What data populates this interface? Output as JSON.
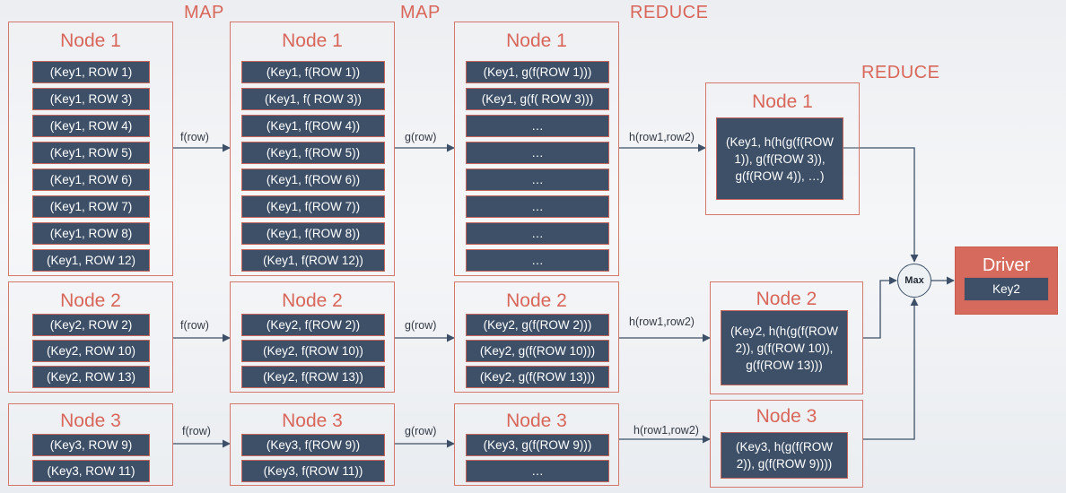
{
  "stages": {
    "map1": "MAP",
    "map2": "MAP",
    "reduce1": "REDUCE",
    "reduce2": "REDUCE"
  },
  "edges": {
    "f": "f(row)",
    "g": "g(row)",
    "h": "h(row1,row2)"
  },
  "input": {
    "node1": {
      "title": "Node 1",
      "rows": [
        "(Key1, ROW 1)",
        "(Key1, ROW 3)",
        "(Key1, ROW 4)",
        "(Key1, ROW 5)",
        "(Key1, ROW 6)",
        "(Key1, ROW 7)",
        "(Key1, ROW 8)",
        "(Key1, ROW 12)"
      ]
    },
    "node2": {
      "title": "Node 2",
      "rows": [
        "(Key2, ROW 2)",
        "(Key2, ROW 10)",
        "(Key2, ROW 13)"
      ]
    },
    "node3": {
      "title": "Node 3",
      "rows": [
        "(Key3, ROW 9)",
        "(Key3, ROW 11)"
      ]
    }
  },
  "map_f": {
    "node1": {
      "title": "Node 1",
      "rows": [
        "(Key1, f(ROW 1))",
        "(Key1, f( ROW 3))",
        "(Key1, f(ROW 4))",
        "(Key1, f(ROW 5))",
        "(Key1, f(ROW 6))",
        "(Key1, f(ROW 7))",
        "(Key1, f(ROW 8))",
        "(Key1, f(ROW 12))"
      ]
    },
    "node2": {
      "title": "Node 2",
      "rows": [
        "(Key2, f(ROW 2))",
        "(Key2, f(ROW 10))",
        "(Key2, f(ROW 13))"
      ]
    },
    "node3": {
      "title": "Node 3",
      "rows": [
        "(Key3, f(ROW 9))",
        "(Key3, f(ROW 11))"
      ]
    }
  },
  "map_g": {
    "node1": {
      "title": "Node 1",
      "rows": [
        "(Key1, g(f(ROW 1)))",
        "(Key1, g(f( ROW 3)))",
        "…",
        "…",
        "…",
        "…",
        "…",
        "…"
      ]
    },
    "node2": {
      "title": "Node 2",
      "rows": [
        "(Key2, g(f(ROW 2)))",
        "(Key2, g(f(ROW 10)))",
        "(Key2, g(f(ROW 13)))"
      ]
    },
    "node3": {
      "title": "Node 3",
      "rows": [
        "(Key3, g(f(ROW 9)))",
        "…"
      ]
    }
  },
  "reduce": {
    "node1": {
      "title": "Node 1",
      "value": "(Key1, h(h(g(f(ROW 1)), g(f(ROW 3)), g(f(ROW 4)), …)"
    },
    "node2": {
      "title": "Node 2",
      "value": "(Key2, h(h(g(f(ROW 2)), g(f(ROW 10)), g(f(ROW 13)))"
    },
    "node3": {
      "title": "Node 3",
      "value": "(Key3, h(g(f(ROW 2)), g(f(ROW 9))))"
    }
  },
  "max_label": "Max",
  "driver": {
    "title": "Driver",
    "value": "Key2"
  },
  "colors": {
    "accent": "#d9665a",
    "row_fill": "#3d5068",
    "arrow": "#3d5068",
    "driver_fill": "#d66a5c"
  }
}
